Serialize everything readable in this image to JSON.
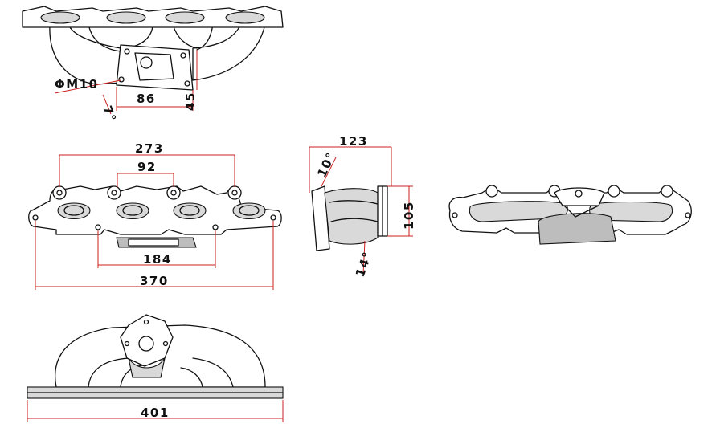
{
  "diagram": {
    "labels": {
      "thread_size": "ΦM10",
      "flange_angle": "7°",
      "flange_width": "86",
      "flange_height": "45",
      "overall_port_span": "273",
      "port_pitch": "92",
      "stud_span": "184",
      "overall_length": "370",
      "side_depth": "123",
      "outlet_angle": "10°",
      "outlet_height": "105",
      "bottom_angle": "14°",
      "base_length": "401"
    },
    "colors": {
      "outline": "#111111",
      "dimension": "#cc1f1f",
      "shade": "#d9d9d9"
    }
  }
}
